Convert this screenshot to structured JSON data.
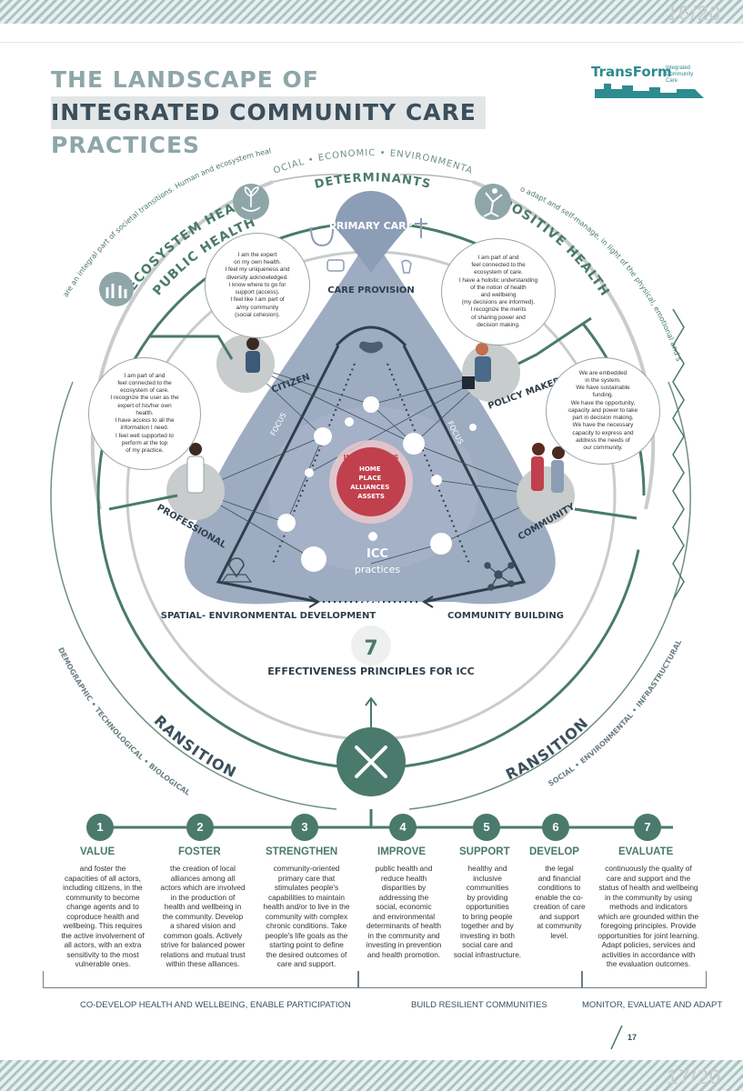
{
  "header": {
    "page_top": "16/20",
    "page_bottom": "17/20",
    "page_number": "17"
  },
  "title": {
    "line1": "THE LANDSCAPE OF",
    "line2": "INTEGRATED COMMUNITY CARE",
    "line3": "PRACTICES"
  },
  "logo": {
    "name": "TransForm",
    "sub": "Integrated Community Care"
  },
  "arcs": {
    "determinants_top": "SOCIAL • ECONOMIC • ENVIRONMENTAL",
    "determinants": "DETERMINANTS",
    "ecosystem_health": "ECOSYSTEM HEALTH",
    "public_health": "PUBLIC HEALTH",
    "positive_health": "POSITIVE HEALTH",
    "left_note": "Public health services are an integral part of societal transitions. Human and ecosystem health are interdependent",
    "right_note": "Health as the ability to adapt and self-manage, in light of the physical, emotional and social challenges of life",
    "transitions_left": "TRANSITIONS",
    "transitions_left_sub": "DEMOGRAPHIC • TECHNOLOGICAL • BIOLOGICAL",
    "transitions_right": "TRANSITIONS",
    "transitions_right_sub": "SOCIAL • ENVIRONMENTAL • INFRASTRUCTURAL"
  },
  "triangle": {
    "primary_care": "PRIMARY CARE",
    "care_provision": "CARE PROVISION",
    "focus": "FOCUS",
    "ingredients": "INGREDIENTS",
    "ingredient_items": [
      "HOME",
      "PLACE",
      "ALLIANCES",
      "ASSETS"
    ],
    "icc": "ICC",
    "practices": "practices",
    "spatial": "SPATIAL- ENVIRONMENTAL DEVELOPMENT",
    "community_building": "COMMUNITY BUILDING",
    "seven": "7",
    "effectiveness": "EFFECTIVENESS PRINCIPLES FOR ICC"
  },
  "actors": {
    "citizen": "CITIZEN",
    "policy_maker": "POLICY MAKER",
    "professional": "PROFESSIONAL",
    "community": "COMMUNITY"
  },
  "bubbles": {
    "citizen": "I am the expert\non my own health.\nI feel my uniqueness and\ndiversity acknowledged.\nI know where to go for\nsupport (access).\nI feel like I am part of\na/my community\n(social cohesion).",
    "policy_maker": "I am part of and\nfeel connected to the\necosystem of care.\nI have a holistic understanding\nof the notion of health\nand wellbeing\n(my decisions are informed).\nI recognize the merits\nof sharing power and\ndecision making.",
    "professional": "I am part of and\nfeel connected to the\necosystem of care.\nI recognize the user as the\nexpert of his/her own\nhealth.\nI have access to all the\ninformation I need.\nI feel well supported to\nperform at the top\nof my practice.",
    "community": "We are embedded\nin the system.\nWe have sustainable\nfunding.\nWe have the opportunity,\ncapacity and power to take\npart in decision making.\nWe have the necessary\ncapacity to express and\naddress the needs of\nour community."
  },
  "principles": [
    {
      "n": "1",
      "head": "VALUE",
      "text": "and foster the\ncapacities of all actors,\nincluding citizens, in the\ncommunity to become\nchange agents and to\ncoproduce health and\nwellbeing. This requires\nthe active involvement of\nall actors, with an extra\nsensitivity to the most\nvulnerable ones."
    },
    {
      "n": "2",
      "head": "FOSTER",
      "text": "the creation of local\nalliances among all\nactors which are involved\nin the production of\nhealth and wellbeing in\nthe community. Develop\na shared vision and\ncommon goals. Actively\nstrive for balanced power\nrelations and mutual trust\nwithin these alliances."
    },
    {
      "n": "3",
      "head": "STRENGTHEN",
      "text": "community-oriented\nprimary care that\nstimulates people's\ncapabilities to maintain\nhealth and/or to live in the\ncommunity with complex\nchronic conditions. Take\npeople's life goals as the\nstarting point to define\nthe desired outcomes of\ncare and support."
    },
    {
      "n": "4",
      "head": "IMPROVE",
      "text": "public health and\nreduce health\ndisparities by\naddressing the\nsocial, economic\nand environmental\ndeterminants of health\nin the community and\ninvesting in prevention\nand health promotion."
    },
    {
      "n": "5",
      "head": "SUPPORT",
      "text": "healthy and\ninclusive\ncommunities\nby providing\nopportunities\nto bring people\ntogether and by\ninvesting in both\nsocial care and\nsocial infrastructure."
    },
    {
      "n": "6",
      "head": "DEVELOP",
      "text": "the legal\nand financial\nconditions to\nenable the co-\ncreation of care\nand support\nat community\nlevel."
    },
    {
      "n": "7",
      "head": "EVALUATE",
      "text": "continuously the quality of\ncare and support and the\nstatus of health and wellbeing\nin the community by using\nmethods and indicators\nwhich are grounded within the\nforegoing principles. Provide\nopportunities for joint learning.\nAdapt policies, services and\nactivities in accordance with\nthe evaluation outcomes."
    }
  ],
  "groups": {
    "g1": "CO-DEVELOP HEALTH AND WELLBEING, ENABLE PARTICIPATION",
    "g2": "BUILD RESILIENT COMMUNITIES",
    "g3": "MONITOR, EVALUATE AND ADAPT"
  },
  "colors": {
    "teal": "#4a7a6b",
    "slate": "#3b4f5c",
    "triangle": "#8c9db6",
    "red": "#c0404d",
    "grey": "#c8cccc"
  }
}
